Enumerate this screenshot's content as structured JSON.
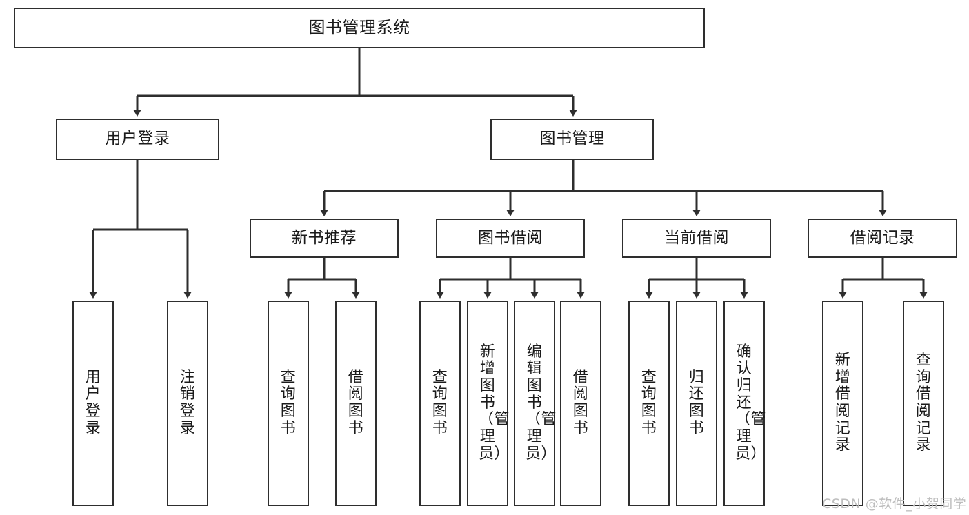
{
  "diagram": {
    "type": "tree-hierarchy-chart",
    "title": "图书管理系统",
    "stroke_color": "#2e2e2e",
    "background_color": "#ffffff",
    "text_color": "#1b1b1b"
  },
  "nodes": {
    "root": {
      "label": "图书管理系统",
      "level": 1
    },
    "level2": [
      {
        "id": "user-login",
        "label": "用户登录"
      },
      {
        "id": "book-manage",
        "label": "图书管理"
      }
    ],
    "level3": [
      {
        "id": "new-book-recommend",
        "label": "新书推荐"
      },
      {
        "id": "book-borrow",
        "label": "图书借阅"
      },
      {
        "id": "current-borrow",
        "label": "当前借阅"
      },
      {
        "id": "borrow-record",
        "label": "借阅记录"
      }
    ],
    "leaves": {
      "user_login": [
        {
          "id": "leaf-user-login",
          "label": "用户登录"
        },
        {
          "id": "leaf-logout",
          "label": "注销登录"
        }
      ],
      "new_book_recommend": [
        {
          "id": "leaf-query-book-1",
          "label": "查询图书"
        },
        {
          "id": "leaf-borrow-book-1",
          "label": "借阅图书"
        }
      ],
      "book_borrow": [
        {
          "id": "leaf-query-book-2",
          "label": "查询图书"
        },
        {
          "id": "leaf-add-book",
          "label": "新增图书（管理员）"
        },
        {
          "id": "leaf-edit-book",
          "label": "编辑图书（管理员）"
        },
        {
          "id": "leaf-borrow-book-2",
          "label": "借阅图书"
        }
      ],
      "current_borrow": [
        {
          "id": "leaf-query-book-3",
          "label": "查询图书"
        },
        {
          "id": "leaf-return-book",
          "label": "归还图书"
        },
        {
          "id": "leaf-confirm-return",
          "label": "确认归还（管理员）"
        }
      ],
      "borrow_record": [
        {
          "id": "leaf-add-record",
          "label": "新增借阅记录"
        },
        {
          "id": "leaf-query-record",
          "label": "查询借阅记录"
        }
      ]
    }
  },
  "watermark": {
    "text": "CSDN @软件_小贺同学"
  }
}
